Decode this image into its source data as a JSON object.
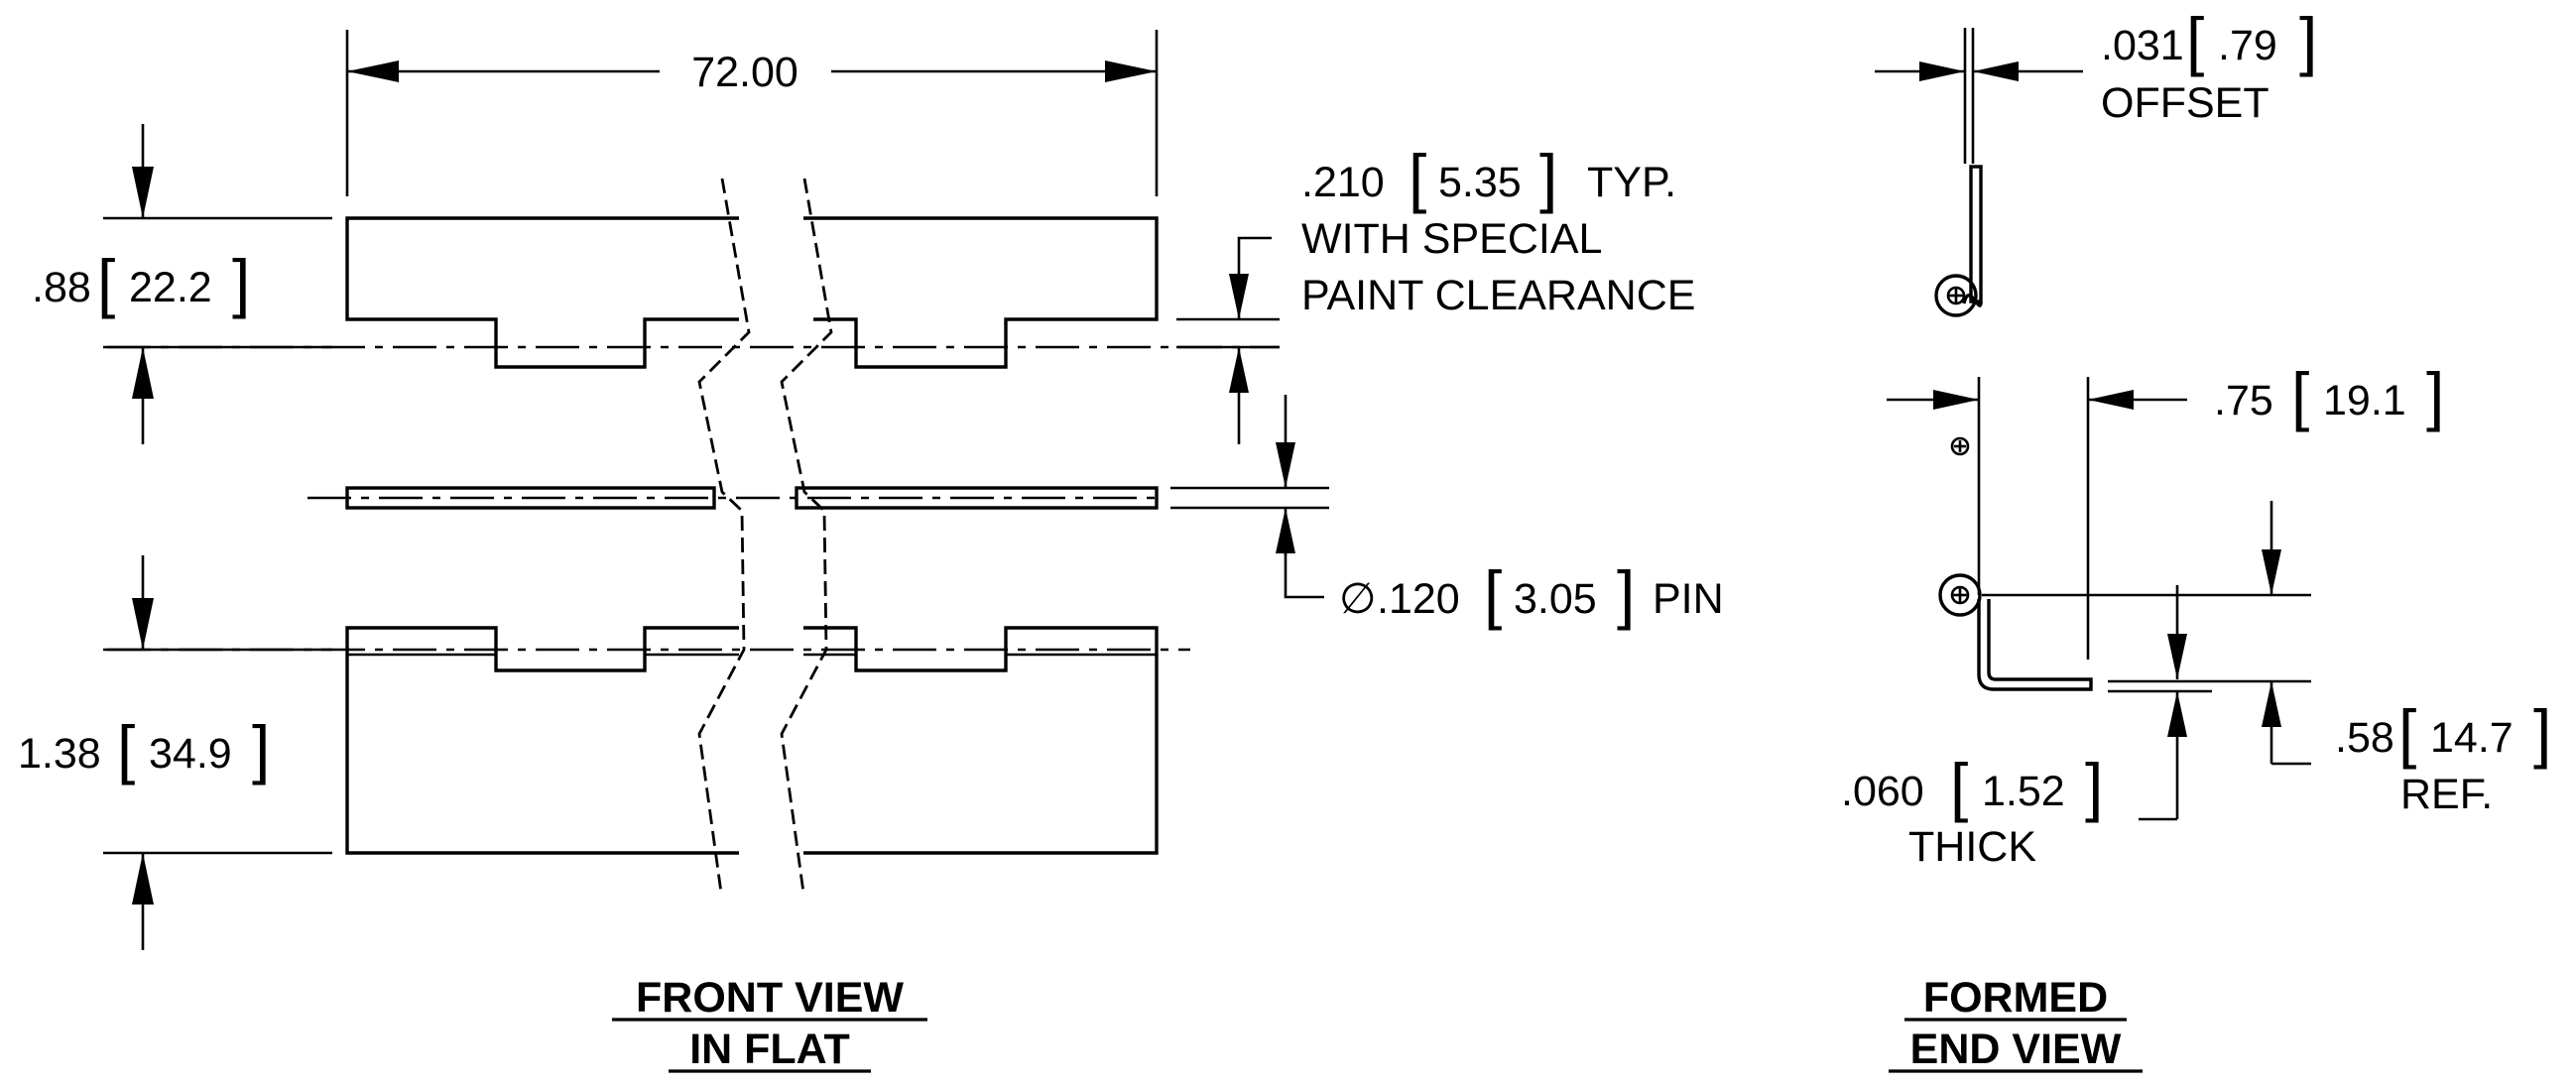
{
  "front_view": {
    "overall_length": "72.00",
    "leaf_height_upper": {
      "in": ".88",
      "mm": "22.2"
    },
    "paint_clearance": {
      "in": ".210",
      "mm": "5.35",
      "suffix": "TYP.",
      "line2": "WITH SPECIAL",
      "line3": "PAINT CLEARANCE"
    },
    "pin": {
      "symbol": "∅",
      "in": ".120",
      "mm": "3.05",
      "label": "PIN"
    },
    "leaf_height_lower": {
      "in": "1.38",
      "mm": "34.9"
    },
    "title_line1": "FRONT VIEW",
    "title_line2": "IN FLAT"
  },
  "end_view": {
    "offset": {
      "in": ".031",
      "mm": ".79",
      "label": "OFFSET"
    },
    "depth": {
      "in": ".75",
      "mm": "19.1"
    },
    "thickness": {
      "in": ".060",
      "mm": "1.52",
      "label": "THICK"
    },
    "ref_height": {
      "in": ".58",
      "mm": "14.7",
      "label": "REF."
    },
    "title_line1": "FORMED",
    "title_line2": "END VIEW"
  }
}
